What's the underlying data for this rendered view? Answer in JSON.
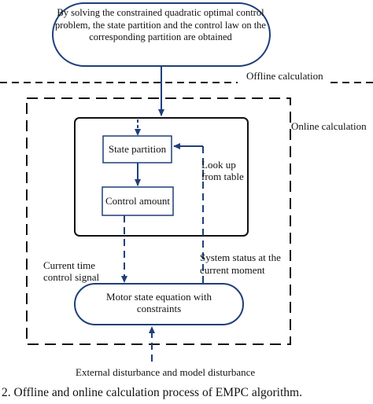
{
  "diagram": {
    "top_box": "By solving the constrained quadratic optimal control problem, the state partition and the control law on the corresponding partition are obtained",
    "offline_label": "Offline calculation",
    "online_label": "Online calculation",
    "state_partition": "State partition",
    "control_amount": "Control amount",
    "look_up_line1": "Look up",
    "look_up_line2": "from table",
    "current_time_line1": "Current time",
    "current_time_line2": "control signal",
    "system_status_line1": "System status at the",
    "system_status_line2": "current moment",
    "motor_line1": "Motor state equation with",
    "motor_line2": "constraints",
    "disturbance": "External disturbance and model disturbance"
  },
  "caption": {
    "text": "2.   Offline and online calculation process of EMPC algorithm."
  }
}
